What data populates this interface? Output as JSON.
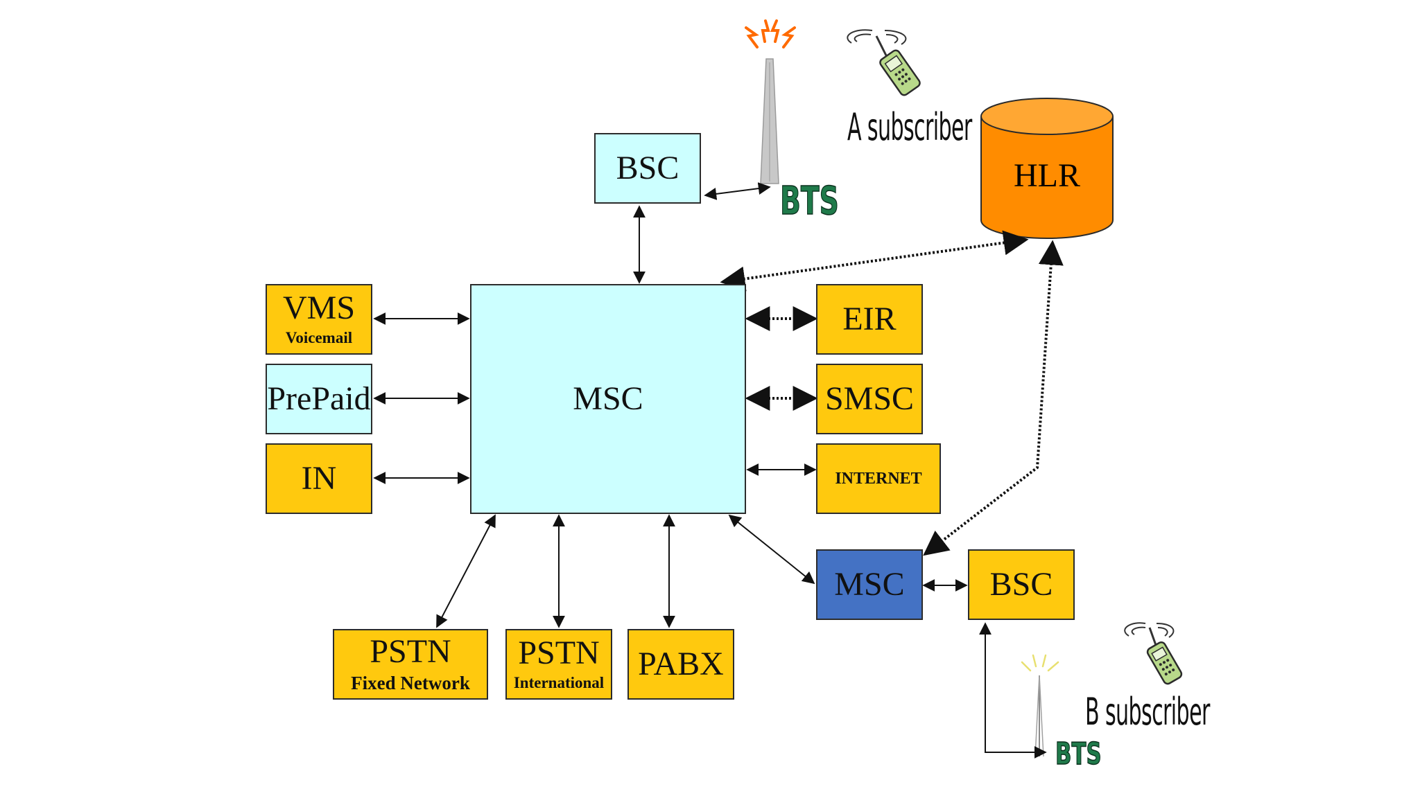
{
  "nodes": {
    "bsc_top": "BSC",
    "msc_main": "MSC",
    "hlr": "HLR",
    "vms": {
      "label": "VMS",
      "sub": "Voicemail"
    },
    "prepaid": "PrePaid",
    "in": "IN",
    "eir": "EIR",
    "smsc": "SMSC",
    "internet": "INTERNET",
    "msc_remote": "MSC",
    "bsc_bottom": "BSC",
    "pstn_fixed": {
      "label": "PSTN",
      "sub": "Fixed Network"
    },
    "pstn_intl": {
      "label": "PSTN",
      "sub": "International"
    },
    "pabx": "PABX"
  },
  "labels": {
    "bts_top": "BTS",
    "bts_bottom": "BTS",
    "a_subscriber": "A subscriber",
    "b_subscriber": "B subscriber"
  },
  "colors": {
    "yellow": "#ffc90e",
    "cyan": "#ccffff",
    "blue": "#4472c4",
    "hlr_orange": "#ff8c00",
    "bts_green": "#1f7a4a"
  },
  "links": [
    {
      "from": "BSC",
      "to": "BTS",
      "style": "solid"
    },
    {
      "from": "BSC",
      "to": "MSC",
      "style": "solid"
    },
    {
      "from": "MSC",
      "to": "HLR",
      "style": "dotted"
    },
    {
      "from": "VMS",
      "to": "MSC",
      "style": "solid"
    },
    {
      "from": "PrePaid",
      "to": "MSC",
      "style": "solid"
    },
    {
      "from": "IN",
      "to": "MSC",
      "style": "solid"
    },
    {
      "from": "MSC",
      "to": "EIR",
      "style": "dotted"
    },
    {
      "from": "MSC",
      "to": "SMSC",
      "style": "dotted"
    },
    {
      "from": "MSC",
      "to": "INTERNET",
      "style": "solid"
    },
    {
      "from": "MSC",
      "to": "PSTN Fixed Network",
      "style": "solid"
    },
    {
      "from": "MSC",
      "to": "PSTN International",
      "style": "solid"
    },
    {
      "from": "MSC",
      "to": "PABX",
      "style": "solid"
    },
    {
      "from": "MSC",
      "to": "MSC (remote)",
      "style": "solid"
    },
    {
      "from": "HLR",
      "to": "MSC (remote)",
      "style": "dotted"
    },
    {
      "from": "MSC (remote)",
      "to": "BSC",
      "style": "solid"
    },
    {
      "from": "BSC",
      "to": "BTS",
      "style": "solid"
    }
  ]
}
